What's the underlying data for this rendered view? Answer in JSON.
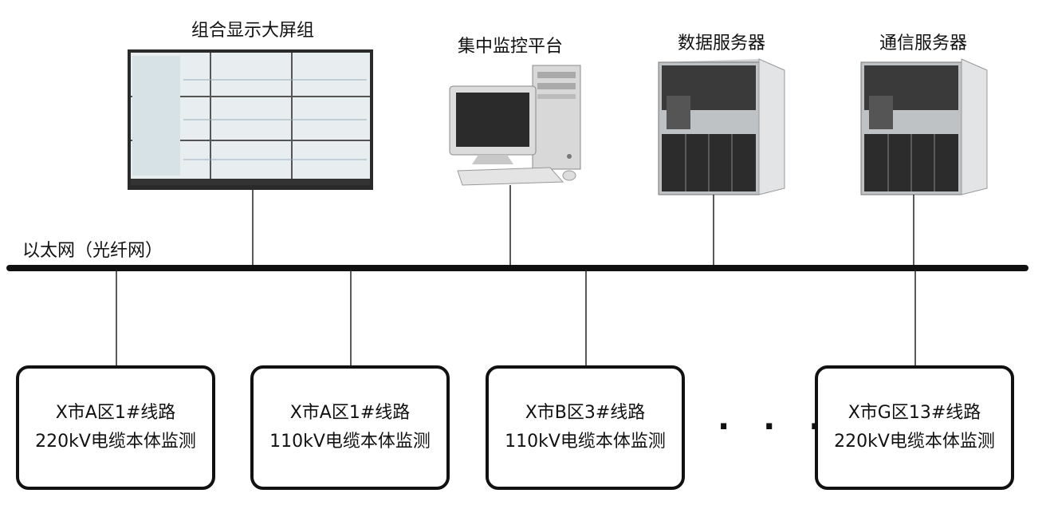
{
  "network": {
    "label": "以太网（光纤网）"
  },
  "devices": [
    {
      "id": "display_wall",
      "label": "组合显示大屏组",
      "icon": "display-wall-icon"
    },
    {
      "id": "monitor_platform",
      "label": "集中监控平台",
      "icon": "desktop-computer-icon"
    },
    {
      "id": "data_server",
      "label": "数据服务器",
      "icon": "blade-server-icon"
    },
    {
      "id": "comm_server",
      "label": "通信服务器",
      "icon": "blade-server-icon"
    }
  ],
  "nodes": [
    {
      "line1": "X市A区1#线路",
      "line2": "220kV电缆本体监测"
    },
    {
      "line1": "X市A区1#线路",
      "line2": "110kV电缆本体监测"
    },
    {
      "line1": "X市B区3#线路",
      "line2": "110kV电缆本体监测"
    },
    {
      "line1": "X市G区13#线路",
      "line2": "220kV电缆本体监测"
    }
  ],
  "ellipsis": "· · ·"
}
